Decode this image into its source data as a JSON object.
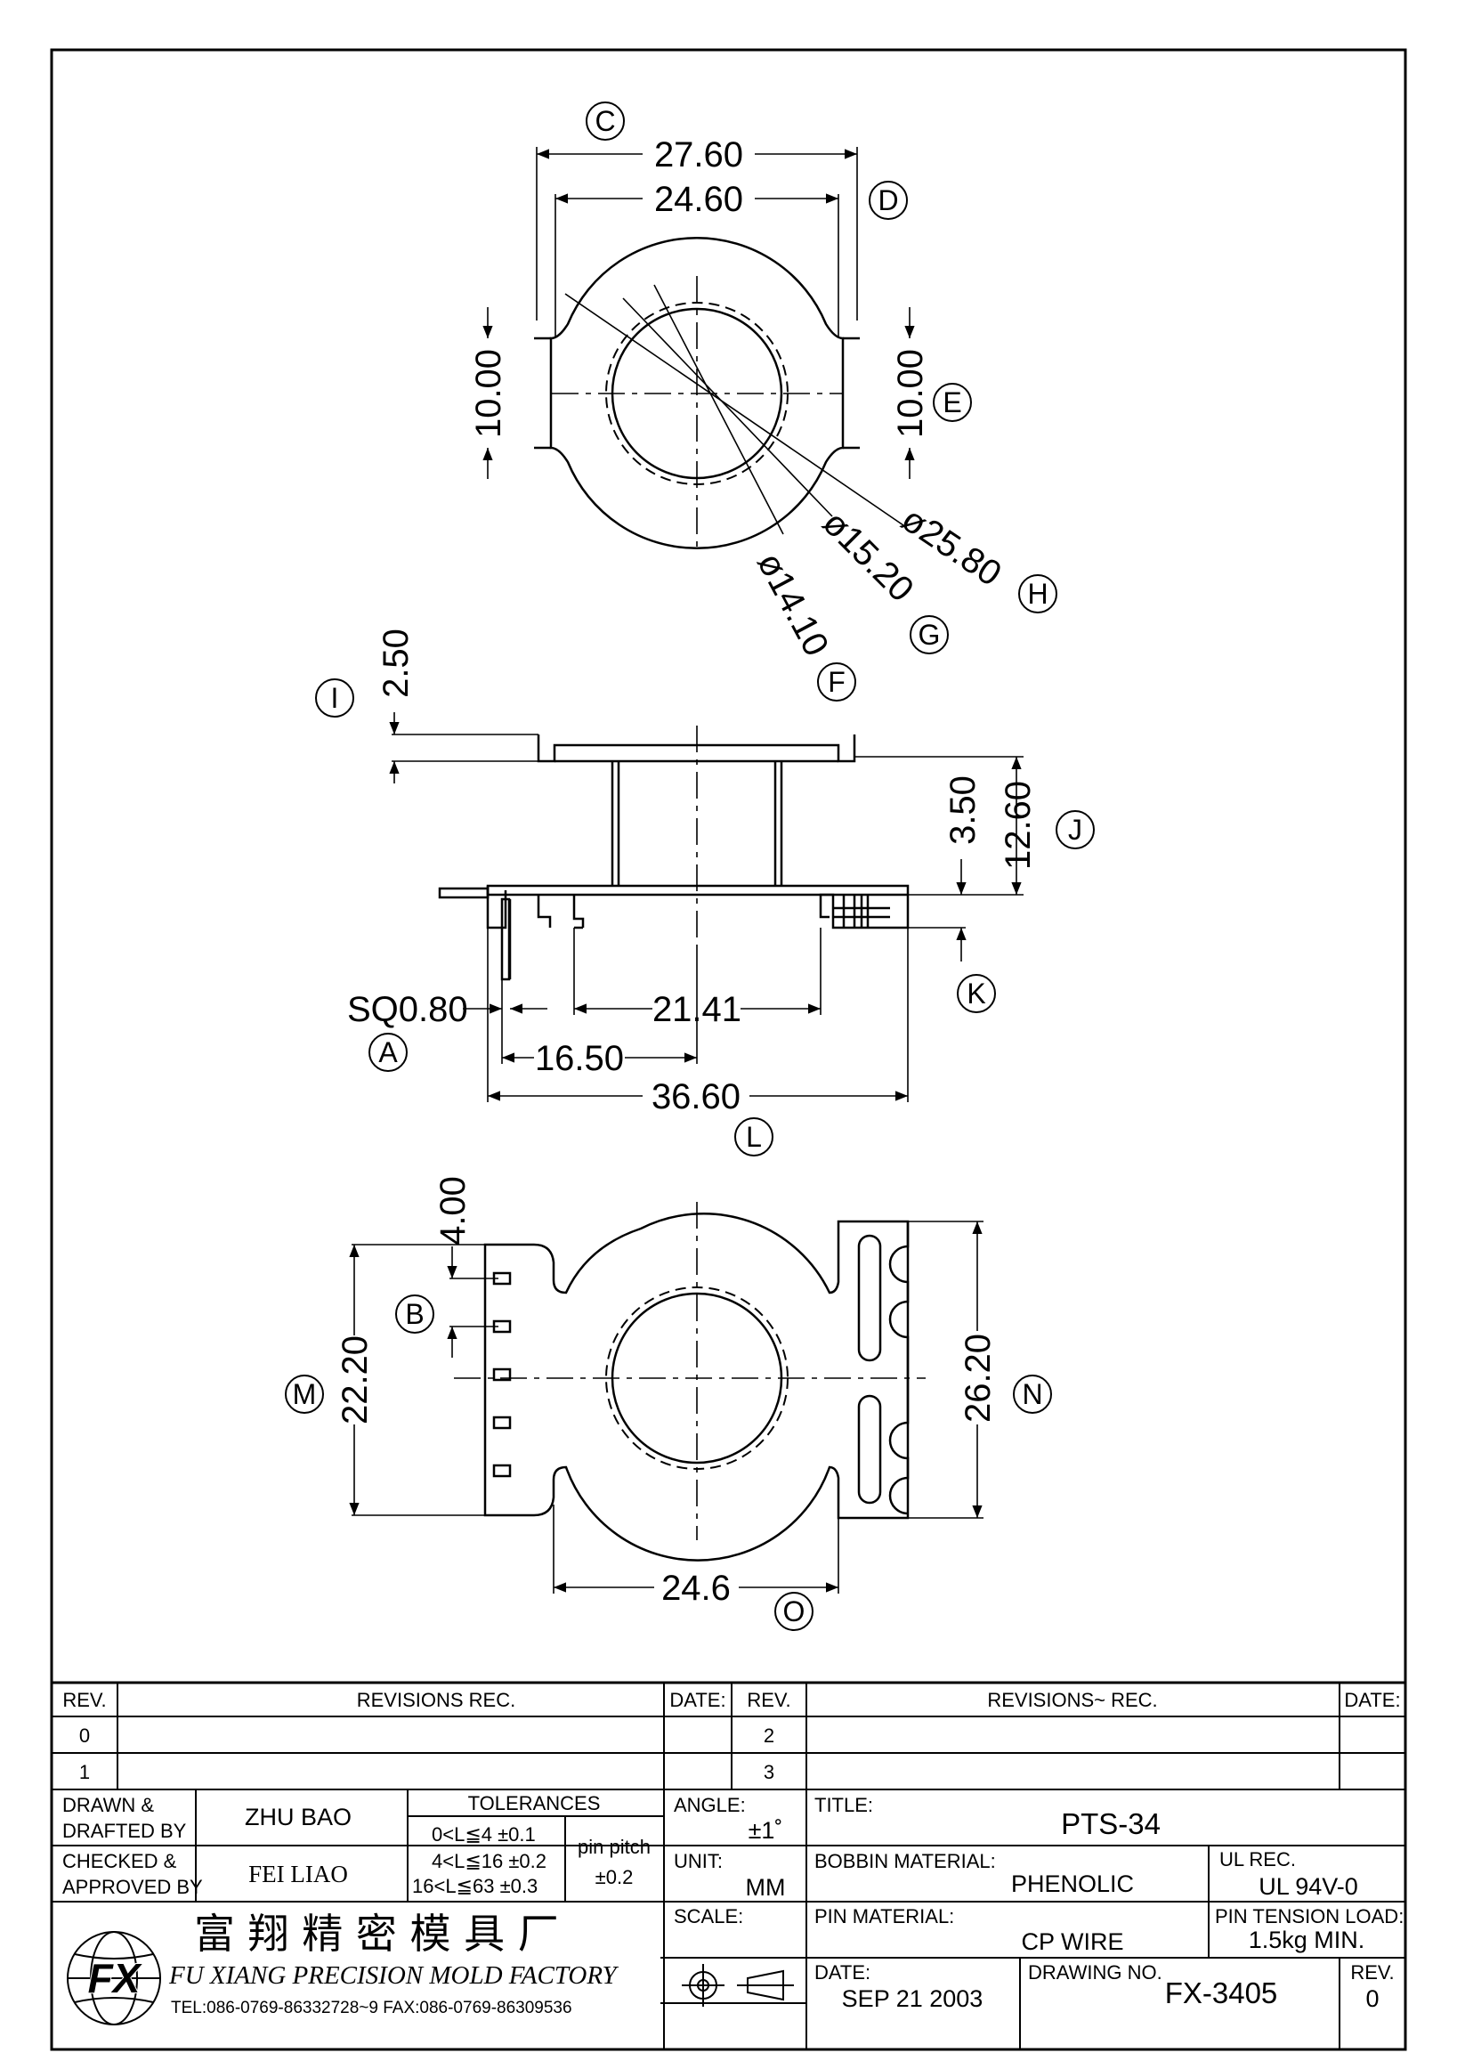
{
  "callouts": {
    "a": "A",
    "b": "B",
    "c": "C",
    "d": "D",
    "e": "E",
    "f": "F",
    "g": "G",
    "h": "H",
    "i": "I",
    "j": "J",
    "k": "K",
    "l": "L",
    "m": "M",
    "n": "N",
    "o": "O"
  },
  "dimensions": {
    "top_width_outer": "27.60",
    "top_width_inner": "24.60",
    "top_slot_left": "10.00",
    "top_slot_right": "10.00",
    "dia_outer": "ø25.80",
    "dia_mid": "ø15.20",
    "dia_inner": "ø14.10",
    "flange_thickness": "2.50",
    "base_step": "3.50",
    "overall_height": "12.60",
    "pin_size": "SQ0.80",
    "inner_span": "21.41",
    "pin_offset": "16.50",
    "overall_length": "36.60",
    "pin_pitch_dim": "4.00",
    "base_width": "22.20",
    "base_length": "26.20",
    "bottom_width": "24.6"
  },
  "title_block": {
    "rev_header": "REV.",
    "revisions_header_left": "REVISIONS   REC.",
    "date_header": "DATE:",
    "revisions_header_right": "REVISIONS~  REC.",
    "rev_rows_left": [
      "0",
      "1"
    ],
    "rev_rows_right": [
      "2",
      "3"
    ],
    "drawn_label_1": "DRAWN &",
    "drawn_label_2": "DRAFTED BY",
    "drawn_by": "ZHU BAO",
    "checked_label_1": "CHECKED &",
    "checked_label_2": "APPROVED BY",
    "checked_by": "FEI LIAO",
    "tolerances_label": "TOLERANCES",
    "tol_1": "0<L≦4    ±0.1",
    "tol_2": "4<L≦16  ±0.2",
    "tol_3": "16<L≦63  ±0.3",
    "pin_pitch_label": "pin pitch",
    "pin_pitch_tol": "±0.2",
    "angle_label": "ANGLE:",
    "angle_value": "±1˚",
    "unit_label": "UNIT:",
    "unit_value": "MM",
    "scale_label": "SCALE:",
    "title_label": "TITLE:",
    "title_value": "PTS-34",
    "bobbin_material_label": "BOBBIN MATERIAL:",
    "bobbin_material_value": "PHENOLIC",
    "ul_label": "UL REC.",
    "ul_value": "UL 94V-0",
    "pin_material_label": "PIN MATERIAL:",
    "pin_material_value": "CP WIRE",
    "pin_tension_label": "PIN TENSION LOAD:",
    "pin_tension_value": "1.5kg  MIN.",
    "date_label": "DATE:",
    "date_value": "SEP  21  2003",
    "drawing_no_label": "DRAWING NO.",
    "drawing_no_value": "FX-3405",
    "rev_label": "REV.",
    "rev_value": "0",
    "company_cn": "富 翔 精 密 模 具 厂",
    "company_en": "FU XIANG PRECISION MOLD FACTORY",
    "company_contact": "TEL:086-0769-86332728~9   FAX:086-0769-86309536",
    "logo_text": "FX"
  }
}
